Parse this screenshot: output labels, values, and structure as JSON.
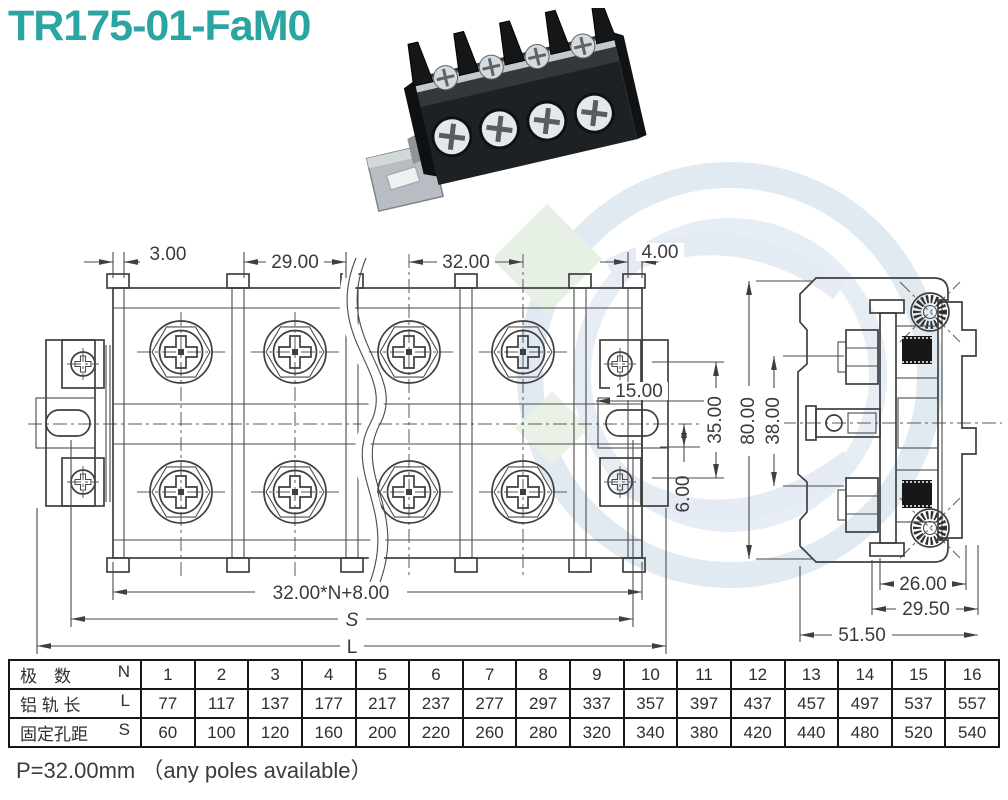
{
  "title": "TR175-01-FaM0",
  "note": "P=32.00mm （any poles available）",
  "colors": {
    "title_teal": "#2aa5a2",
    "line_gray": "#3f3f3f",
    "watermark_blue": "#c9d8e6",
    "watermark_green": "#d2e4d0"
  },
  "drawing": {
    "front_view": {
      "dims_top": [
        "3.00",
        "29.00",
        "32.00",
        "4.00"
      ],
      "dims_right": [
        "15.00",
        "35.00",
        "6.00"
      ],
      "dims_bottom": [
        "32.00*N+8.00",
        "S",
        "L"
      ]
    },
    "side_view": {
      "dims_left": [
        "80.00",
        "38.00"
      ],
      "dims_bottom": [
        "26.00",
        "29.50",
        "51.50"
      ]
    }
  },
  "table": {
    "rows": [
      {
        "label_cn": "极　数",
        "label_var": "N",
        "values": [
          "1",
          "2",
          "3",
          "4",
          "5",
          "6",
          "7",
          "8",
          "9",
          "10",
          "11",
          "12",
          "13",
          "14",
          "15",
          "16"
        ]
      },
      {
        "label_cn": "铝 轨 长",
        "label_var": "L",
        "values": [
          "77",
          "117",
          "137",
          "177",
          "217",
          "237",
          "277",
          "297",
          "337",
          "357",
          "397",
          "437",
          "457",
          "497",
          "537",
          "557"
        ]
      },
      {
        "label_cn": "固定孔距",
        "label_var": "S",
        "values": [
          "60",
          "100",
          "120",
          "160",
          "200",
          "220",
          "260",
          "280",
          "320",
          "340",
          "380",
          "420",
          "440",
          "480",
          "520",
          "540"
        ]
      }
    ]
  }
}
